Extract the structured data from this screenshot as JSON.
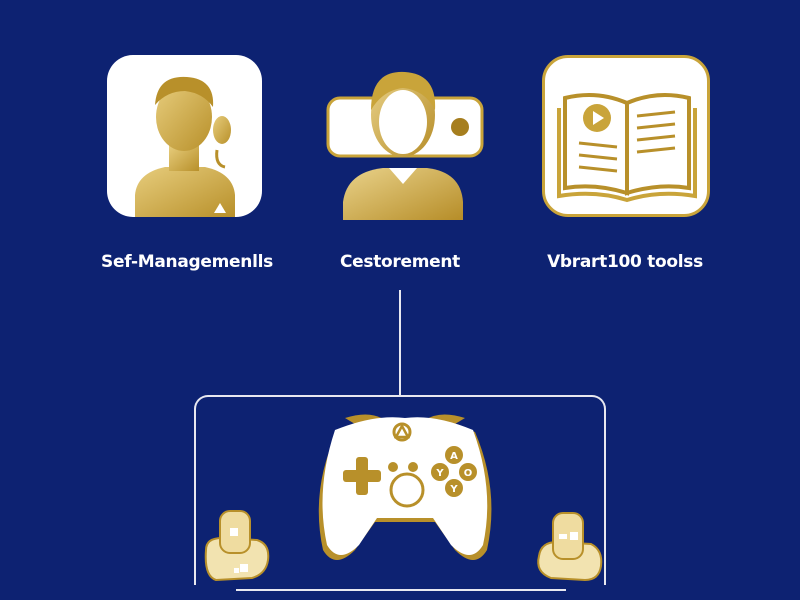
{
  "colors": {
    "background": "#0d2272",
    "gold": "#c9a43a",
    "white": "#ffffff"
  },
  "nodes": [
    {
      "label": "Sef-Managemenlls",
      "icon": "person-headset-icon"
    },
    {
      "label": "Cestorement",
      "icon": "person-card-icon"
    },
    {
      "label": "Vbrart100 toolss",
      "icon": "open-book-icon"
    }
  ],
  "hub": {
    "icon": "gamepad-icon",
    "buttons": [
      "A",
      "O",
      "Y",
      "Y"
    ]
  }
}
